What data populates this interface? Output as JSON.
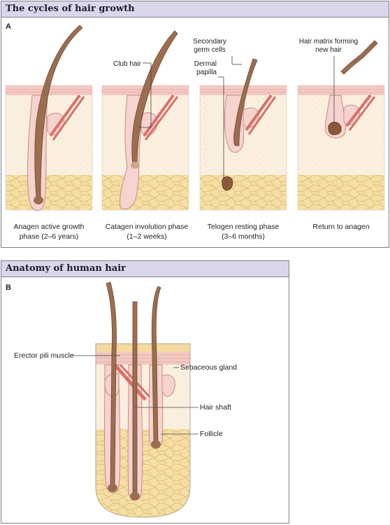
{
  "panel_a": {
    "title": "The cycles of hair growth",
    "letter": "A",
    "labels": {
      "club_hair": "Club hair",
      "secondary_germ_1": "Secondary",
      "secondary_germ_2": "germ cells",
      "dermal_papilla_1": "Dermal",
      "dermal_papilla_2": "papilla",
      "matrix_1": "Hair matrix forming",
      "matrix_2": "new hair"
    },
    "stages": [
      {
        "line1": "Anagen active growth",
        "line2": "phase (2–6 years)"
      },
      {
        "line1": "Catagen involution phase",
        "line2": "(1–2 weeks)"
      },
      {
        "line1": "Telogen resting phase",
        "line2": "(3–6 months)"
      },
      {
        "line1": "Return to anagen",
        "line2": ""
      }
    ]
  },
  "panel_b": {
    "title": "Anatomy of human hair",
    "letter": "B",
    "labels": {
      "erector": "Erector pili muscle",
      "sebaceous": "Sebaceous gland",
      "shaft": "Hair shaft",
      "follicle": "Follicle"
    }
  },
  "colors": {
    "header_bg": "#dcd6ec",
    "epidermis": "#f3c9c3",
    "dermis": "#fbf0e0",
    "fat": "#f5dfa6",
    "hair": "#9b6e4f",
    "muscle": "#d9706a",
    "gland": "#f6d3cf"
  }
}
